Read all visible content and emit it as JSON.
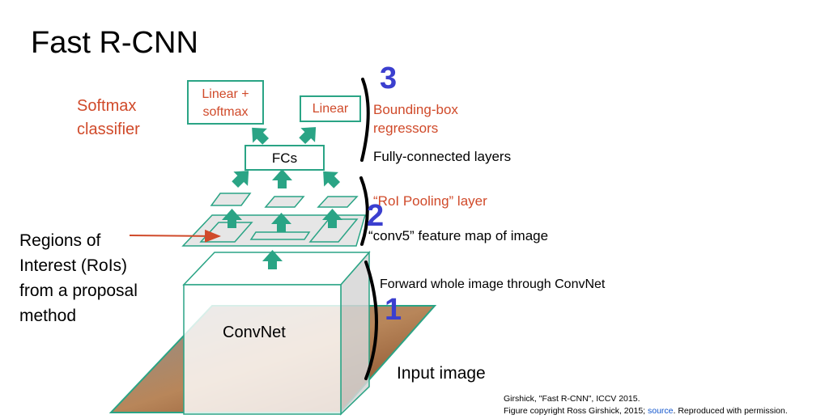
{
  "title": "Fast R-CNN",
  "left_labels": {
    "softmax_classifier": [
      "Softmax",
      "classifier"
    ],
    "rois": [
      "Regions of",
      "Interest (RoIs)",
      "from a proposal",
      "method"
    ]
  },
  "boxes": {
    "linear_softmax": [
      "Linear +",
      "softmax"
    ],
    "linear": "Linear",
    "fcs": "FCs",
    "convnet": "ConvNet"
  },
  "stage_numbers": [
    "3",
    "2",
    "1"
  ],
  "right_labels": {
    "bbox_regressors": [
      "Bounding-box",
      "regressors"
    ],
    "fc_layers": "Fully-connected layers",
    "roi_pooling": "“RoI Pooling” layer",
    "conv5": "“conv5” feature map of image",
    "forward": "Forward whole image through ConvNet",
    "input_image": "Input image"
  },
  "citation": {
    "line1": "Girshick, \"Fast R-CNN\", ICCV 2015.",
    "line2_prefix": "Figure copyright Ross Girshick, 2015; ",
    "link": "source",
    "line2_suffix": ". Reproduced with permission."
  },
  "colors": {
    "accent_green": "#2aa485",
    "label_red": "#d04a2a",
    "number_blue": "#3b3fcf"
  }
}
